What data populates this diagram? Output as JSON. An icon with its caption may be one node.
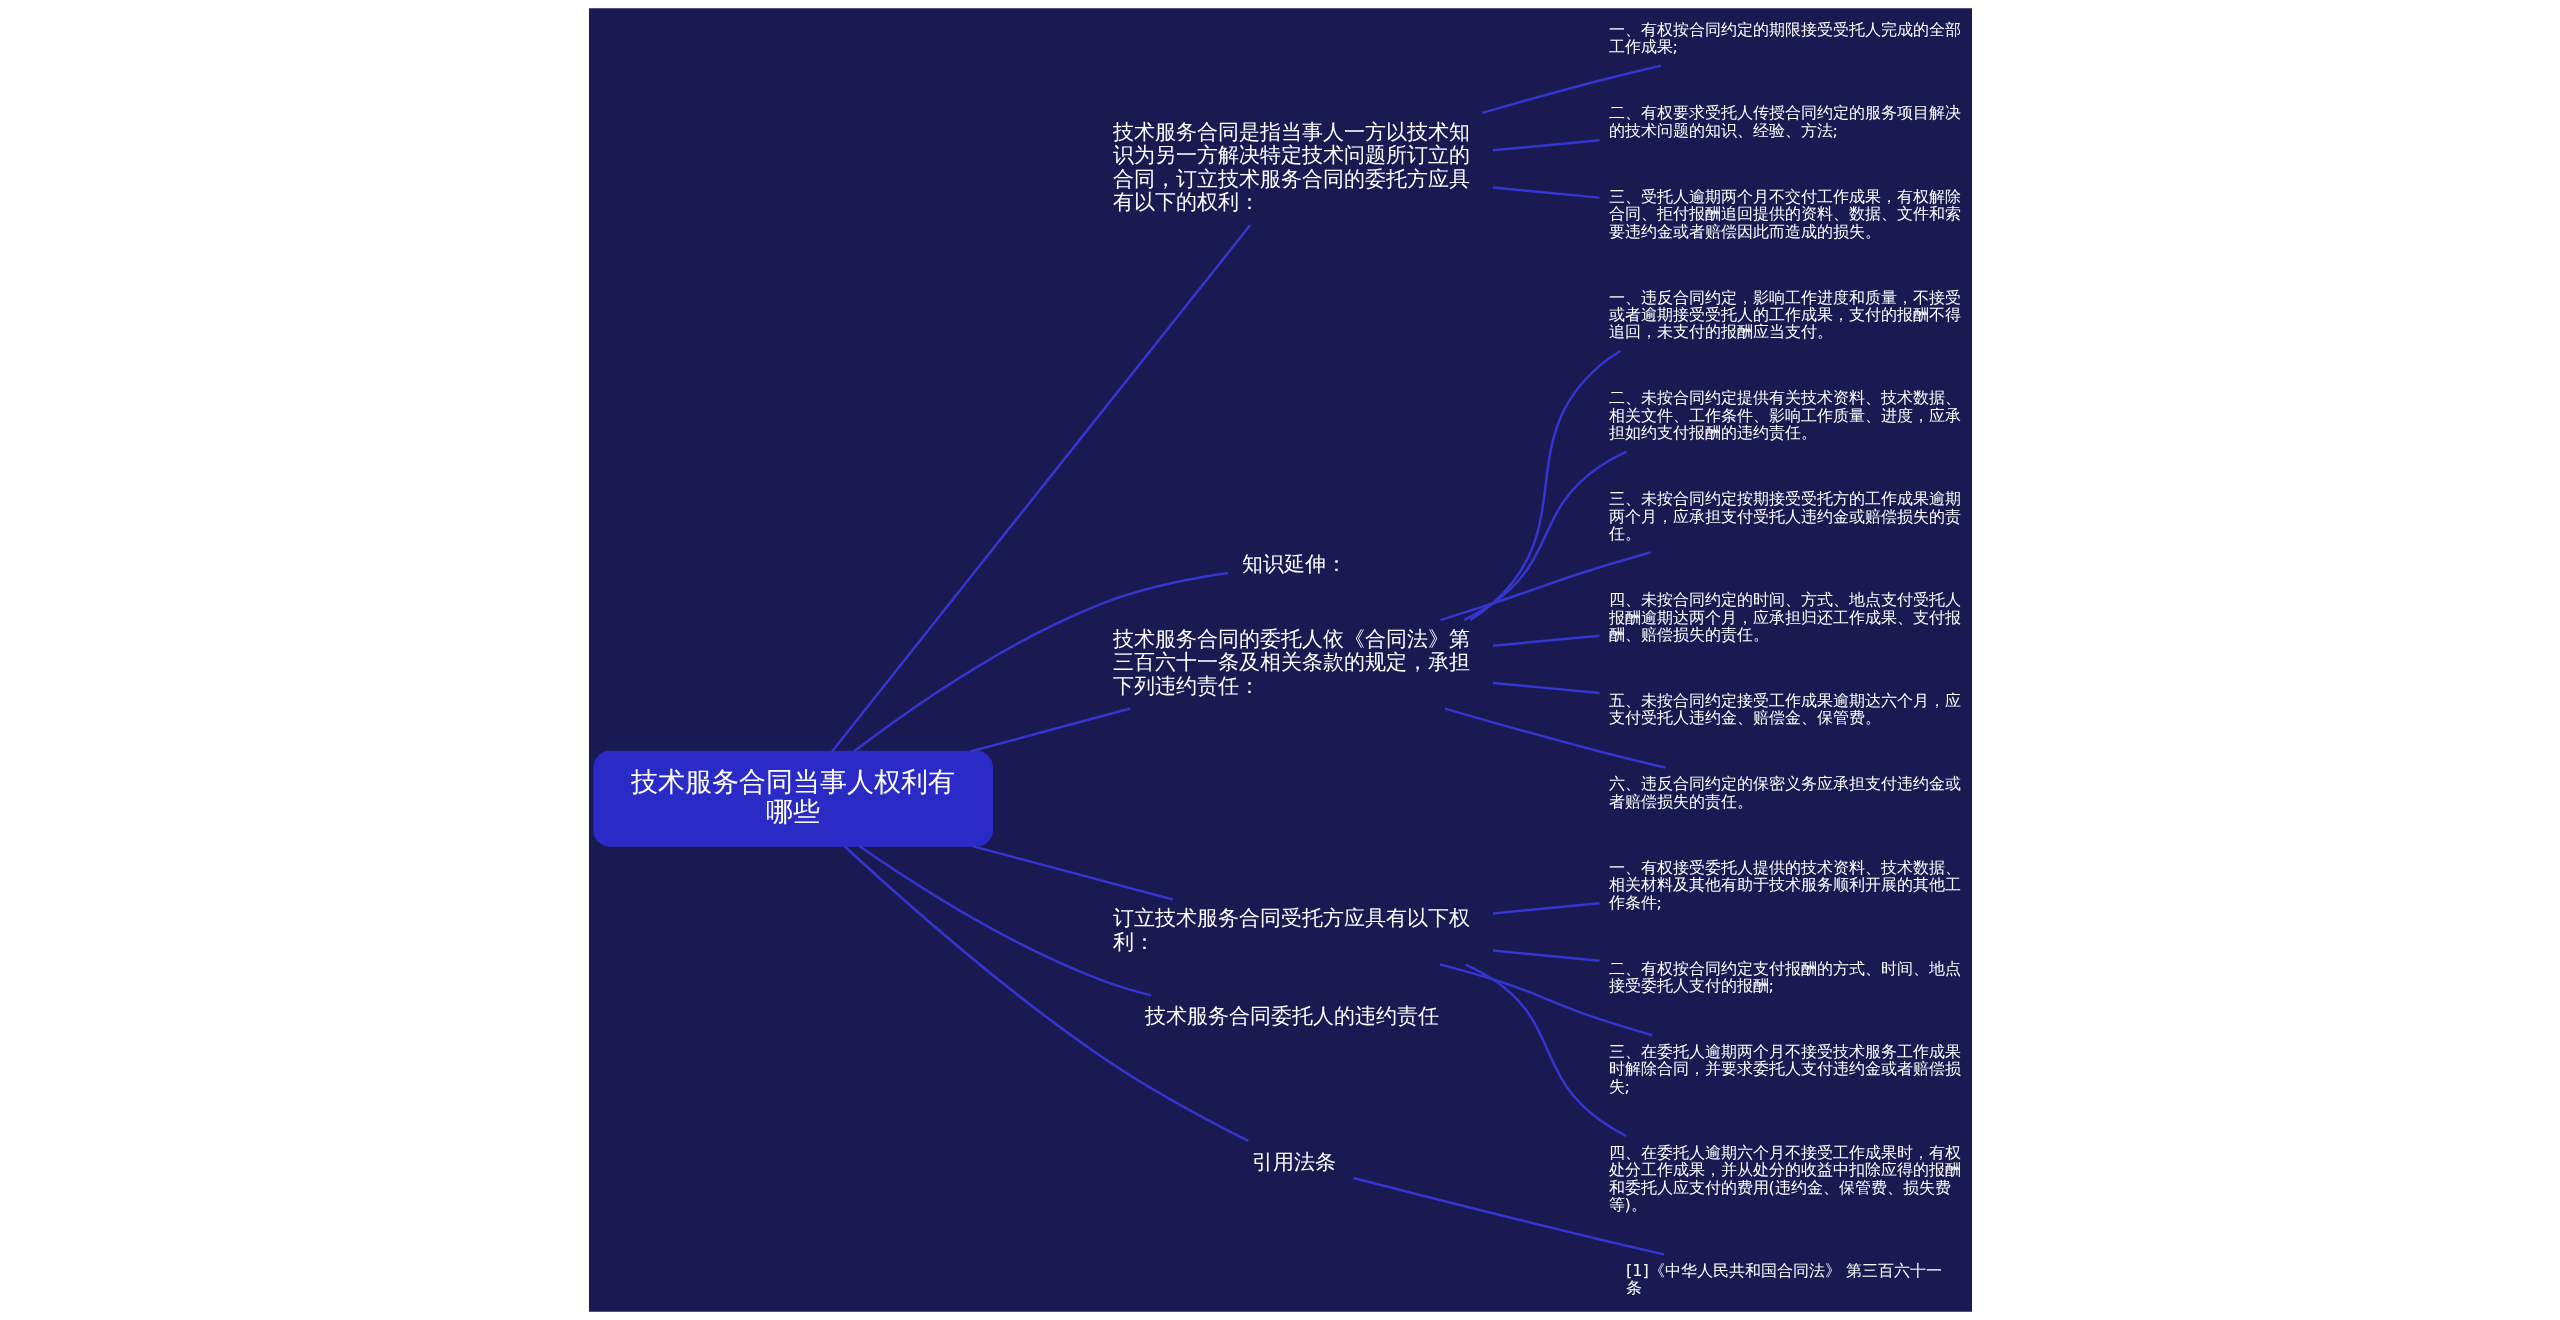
{
  "diagram": {
    "nodes": [
      {
        "text": [
          "技术服务合同当事人权利有哪些"
        ]
      },
      {
        "text": [
          "技术服务合同是指当事人一方以技术知识为另一方解决特定技术问题所订立的合同，订立技术服务合同的委托方应具有以下的权利："
        ]
      },
      {
        "text": [
          "一、有权按合同约定的期限接受受托人完成的全部工作成果;"
        ]
      },
      {
        "text": [
          "二、有权要求受托人传授合同约定的服务项目解决的技术问题的知识、经验、方法;"
        ]
      },
      {
        "text": [
          "三、受托人逾期两个月不交付工作成果，有权解除合同、拒付报酬追回提供的资料、数据、文件和索要违约金或者赔偿因此而造成的损失。"
        ]
      },
      {
        "text": [
          "知识延伸："
        ]
      },
      {
        "text": [
          "技术服务合同的委托人依《合同法》第三百六十一条及相关条款的规定，承担下列违约责任："
        ]
      },
      {
        "text": [
          "一、违反合同约定，影响工作进度和质量，不接受或者逾期接受受托人的工作成果，支付的报酬不得追回，未支付的报酬应当支付。"
        ]
      },
      {
        "text": [
          "二、未按合同约定提供有关技术资料、技术数据、相关文件、工作条件、影响工作质量、进度，应承担如约支付报酬的违约责任。"
        ]
      },
      {
        "text": [
          "三、未按合同约定按期接受受托方的工作成果逾期两个月，应承担支付受托人违约金或赔偿损失的责任。"
        ]
      },
      {
        "text": [
          "四、未按合同约定的时间、方式、地点支付受托人报酬逾期达两个月，应承担归还工作成果、支付报酬、赔偿损失的责任。"
        ]
      },
      {
        "text": [
          "五、未按合同约定接受工作成果逾期达六个月，应支付受托人违约金、赔偿金、保管费。"
        ]
      },
      {
        "text": [
          "六、违反合同约定的保密义务应承担支付违约金或者赔偿损失的责任。"
        ]
      },
      {
        "text": [
          "订立技术服务合同受托方应具有以下权利："
        ]
      },
      {
        "text": [
          "一、有权接受委托人提供的技术资料、技术数据、相关材料及其他有助于技术服务顺利开展的其他工作条件;"
        ]
      },
      {
        "text": [
          "二、有权按合同约定支付报酬的方式、时间、地点接受委托人支付的报酬;"
        ]
      },
      {
        "text": [
          "三、在委托人逾期两个月不接受技术服务工作成果时解除合同，并要求委托人支付违约金或者赔偿损失;"
        ]
      },
      {
        "text": [
          "四、在委托人逾期六个月不接受工作成果时，有权处分工作成果，并从处分的收益中扣除应得的报酬和委托人应支付的费用(违约金、保管费、损失费等)。"
        ]
      },
      {
        "text": [
          "技术服务合同委托人的违约责任"
        ]
      },
      {
        "text": [
          "引用法条"
        ]
      },
      {
        "text": [
          "[1]《中华人民共和国合同法》 第三百六十一条"
        ]
      }
    ],
    "edges": [
      {
        "from": 0,
        "to": 1,
        "arrow": "none"
      },
      {
        "from": 1,
        "to": 2,
        "arrow": "none"
      },
      {
        "from": 1,
        "to": 3,
        "arrow": "none"
      },
      {
        "from": 1,
        "to": 4,
        "arrow": "none"
      },
      {
        "from": 0,
        "to": 5,
        "arrow": "none"
      },
      {
        "from": 0,
        "to": 6,
        "arrow": "none"
      },
      {
        "from": 6,
        "to": 7,
        "arrow": "none"
      },
      {
        "from": 6,
        "to": 8,
        "arrow": "none"
      },
      {
        "from": 6,
        "to": 9,
        "arrow": "none"
      },
      {
        "from": 6,
        "to": 10,
        "arrow": "none"
      },
      {
        "from": 6,
        "to": 11,
        "arrow": "none"
      },
      {
        "from": 6,
        "to": 12,
        "arrow": "none"
      },
      {
        "from": 0,
        "to": 13,
        "arrow": "none"
      },
      {
        "from": 13,
        "to": 14,
        "arrow": "none"
      },
      {
        "from": 13,
        "to": 15,
        "arrow": "none"
      },
      {
        "from": 13,
        "to": 16,
        "arrow": "none"
      },
      {
        "from": 13,
        "to": 17,
        "arrow": "none"
      },
      {
        "from": 0,
        "to": 18,
        "arrow": "none"
      },
      {
        "from": 0,
        "to": 19,
        "arrow": "none"
      },
      {
        "from": 19,
        "to": 20,
        "arrow": "none"
      }
    ]
  }
}
